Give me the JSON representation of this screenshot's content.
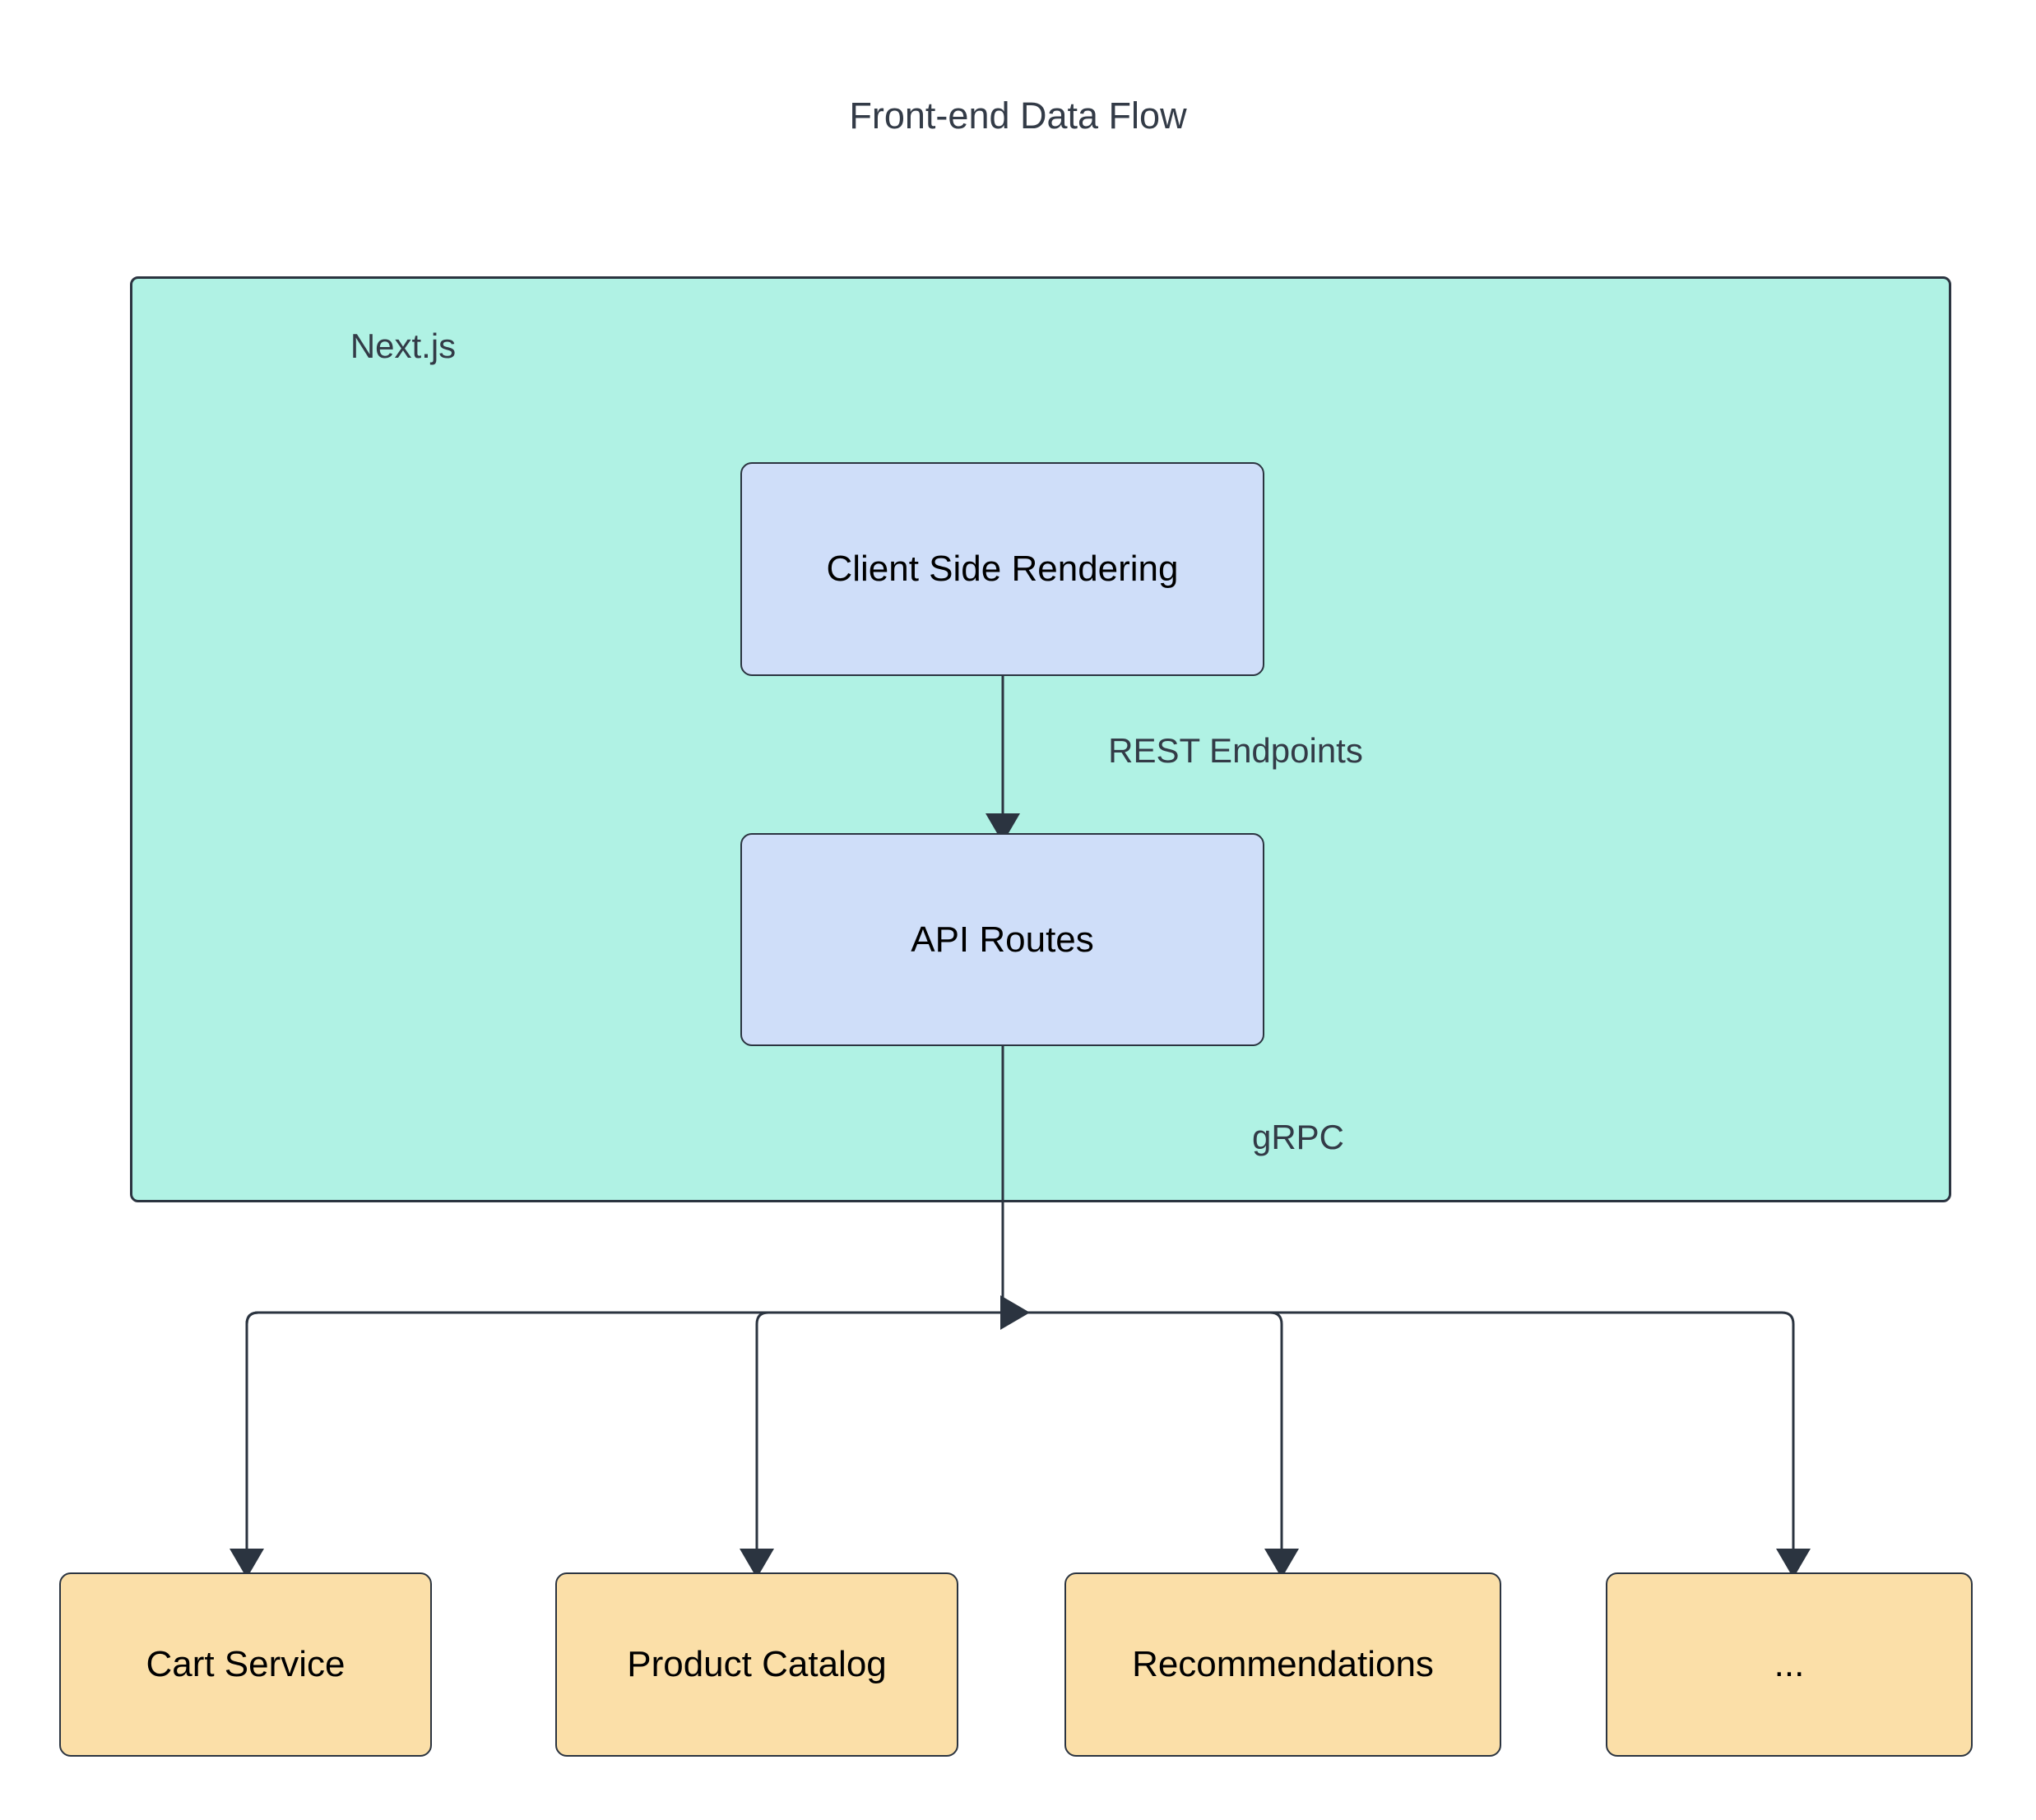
{
  "diagram": {
    "title": "Front-end Data Flow",
    "type": "flowchart",
    "background_color": "#ffffff",
    "text_color": "#333b47",
    "stroke_color": "#2b3440",
    "clusters": [
      {
        "id": "nextjs",
        "label": "Next.js",
        "fill": "#b0f2e4",
        "stroke": "#2b3440"
      }
    ],
    "nodes": [
      {
        "id": "csr",
        "label": "Client Side Rendering",
        "fill": "#cfdef9",
        "stroke": "#2b3440",
        "group": "nextjs"
      },
      {
        "id": "api",
        "label": "API Routes",
        "fill": "#cfdef9",
        "stroke": "#2b3440",
        "group": "nextjs"
      },
      {
        "id": "cart",
        "label": "Cart Service",
        "fill": "#fbdfa8",
        "stroke": "#2b3440",
        "group": "services"
      },
      {
        "id": "catalog",
        "label": "Product Catalog",
        "fill": "#fbdfa8",
        "stroke": "#2b3440",
        "group": "services"
      },
      {
        "id": "recommendations",
        "label": "Recommendations",
        "fill": "#fbdfa8",
        "stroke": "#2b3440",
        "group": "services"
      },
      {
        "id": "more",
        "label": "...",
        "fill": "#fbdfa8",
        "stroke": "#2b3440",
        "group": "services"
      }
    ],
    "edges": [
      {
        "from": "csr",
        "to": "api",
        "label": "REST Endpoints",
        "arrow": true
      },
      {
        "from": "api",
        "to": "cart",
        "label": "gRPC",
        "arrow": true
      },
      {
        "from": "api",
        "to": "catalog",
        "label": "",
        "arrow": true
      },
      {
        "from": "api",
        "to": "recommendations",
        "label": "",
        "arrow": true
      },
      {
        "from": "api",
        "to": "more",
        "label": "",
        "arrow": true
      }
    ],
    "edge_labels": {
      "rest_endpoints": "REST Endpoints",
      "grpc": "gRPC"
    }
  }
}
